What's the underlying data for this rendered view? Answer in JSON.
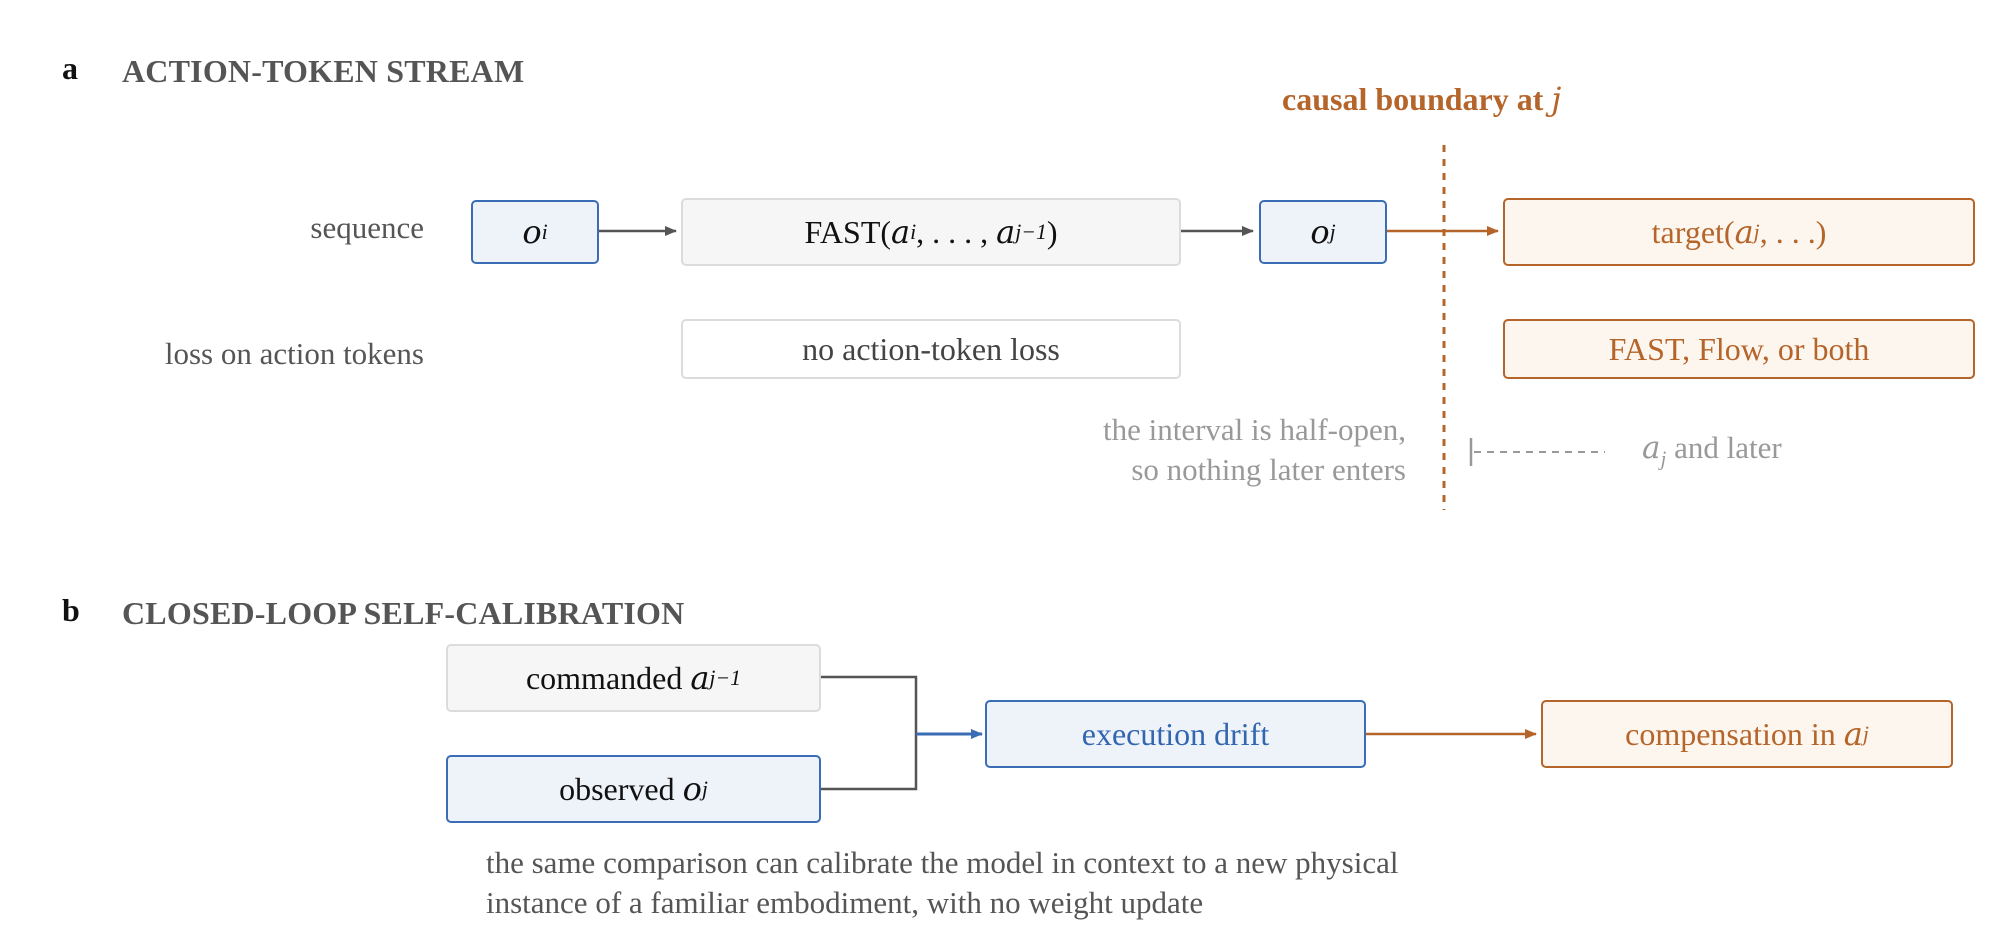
{
  "panel_a": {
    "letter": "a",
    "title": "ACTION-TOKEN STREAM",
    "boundary_label": "causal boundary at",
    "boundary_symbol": "j",
    "row_sequence_label": "sequence",
    "row_loss_label": "loss on action tokens",
    "box_o_i": {
      "base": "o",
      "sub": "i"
    },
    "box_fast": {
      "prefix": "FAST(",
      "a1": "a",
      "a1_sub": "i",
      "mid": ", . . . , ",
      "a2": "a",
      "a2_sub": "j−1",
      "suffix": ")"
    },
    "box_o_j": {
      "base": "o",
      "sub": "j"
    },
    "box_target": {
      "prefix": "target(",
      "a": "a",
      "a_sub": "j",
      "suffix": ", . . .)"
    },
    "box_no_loss": "no action-token loss",
    "box_loss_options": "FAST, Flow, or both",
    "note_line1": "the interval is half-open,",
    "note_line2": "so nothing later enters",
    "later_symbol": "a",
    "later_sub": "j",
    "later_text": "and later"
  },
  "panel_b": {
    "letter": "b",
    "title": "CLOSED-LOOP SELF-CALIBRATION",
    "box_commanded": {
      "text": "commanded",
      "a": "a",
      "a_sub": "j−1"
    },
    "box_observed": {
      "text": "observed",
      "o": "o",
      "o_sub": "j"
    },
    "box_drift": "execution drift",
    "box_compensation": {
      "text": "compensation in",
      "a": "a",
      "a_sub": "j"
    },
    "caption_line1": "the same comparison can calibrate the model in context to a new physical",
    "caption_line2": "instance of a familiar embodiment, with no weight update"
  },
  "colors": {
    "orange": "#b5642a",
    "blue": "#3a6db5",
    "gray_arrow": "#555555"
  }
}
